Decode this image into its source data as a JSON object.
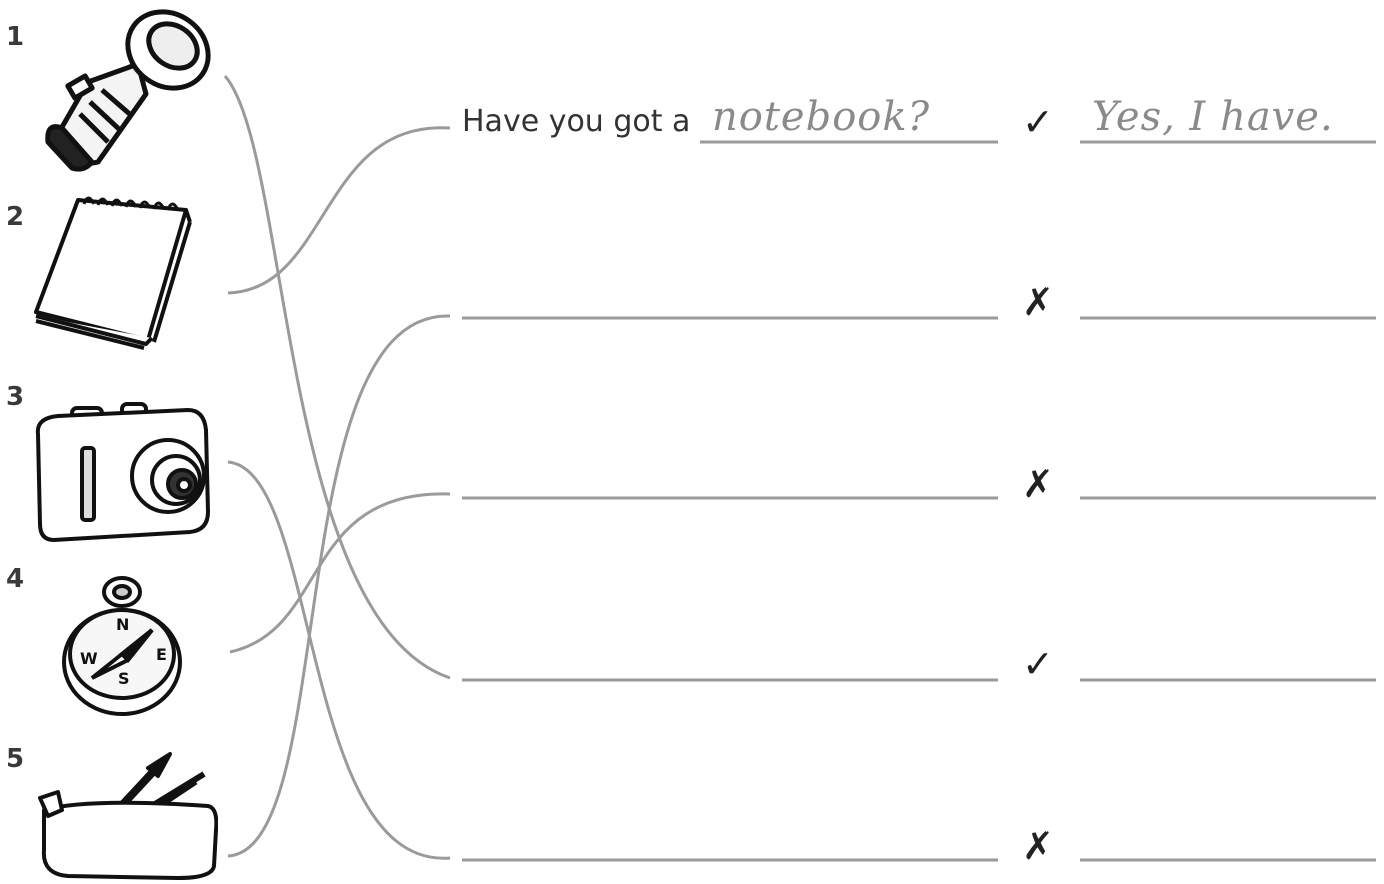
{
  "items": [
    {
      "number": "1",
      "icon": "torch-icon",
      "mark": "✓"
    },
    {
      "number": "2",
      "icon": "notebook-icon",
      "mark": "✗"
    },
    {
      "number": "3",
      "icon": "camera-icon",
      "mark": "✗"
    },
    {
      "number": "4",
      "icon": "compass-icon",
      "mark": "✓"
    },
    {
      "number": "5",
      "icon": "pencil-case-icon",
      "mark": "✗"
    }
  ],
  "example": {
    "question_prefix": "Have you got a",
    "answer_word": "notebook?",
    "reply": "Yes, I have."
  },
  "compass_letters": {
    "n": "N",
    "e": "E",
    "s": "S",
    "w": "W"
  },
  "colors": {
    "line": "#9a9a9a",
    "ink": "#222222",
    "handwriting": "#8a8a8a"
  }
}
